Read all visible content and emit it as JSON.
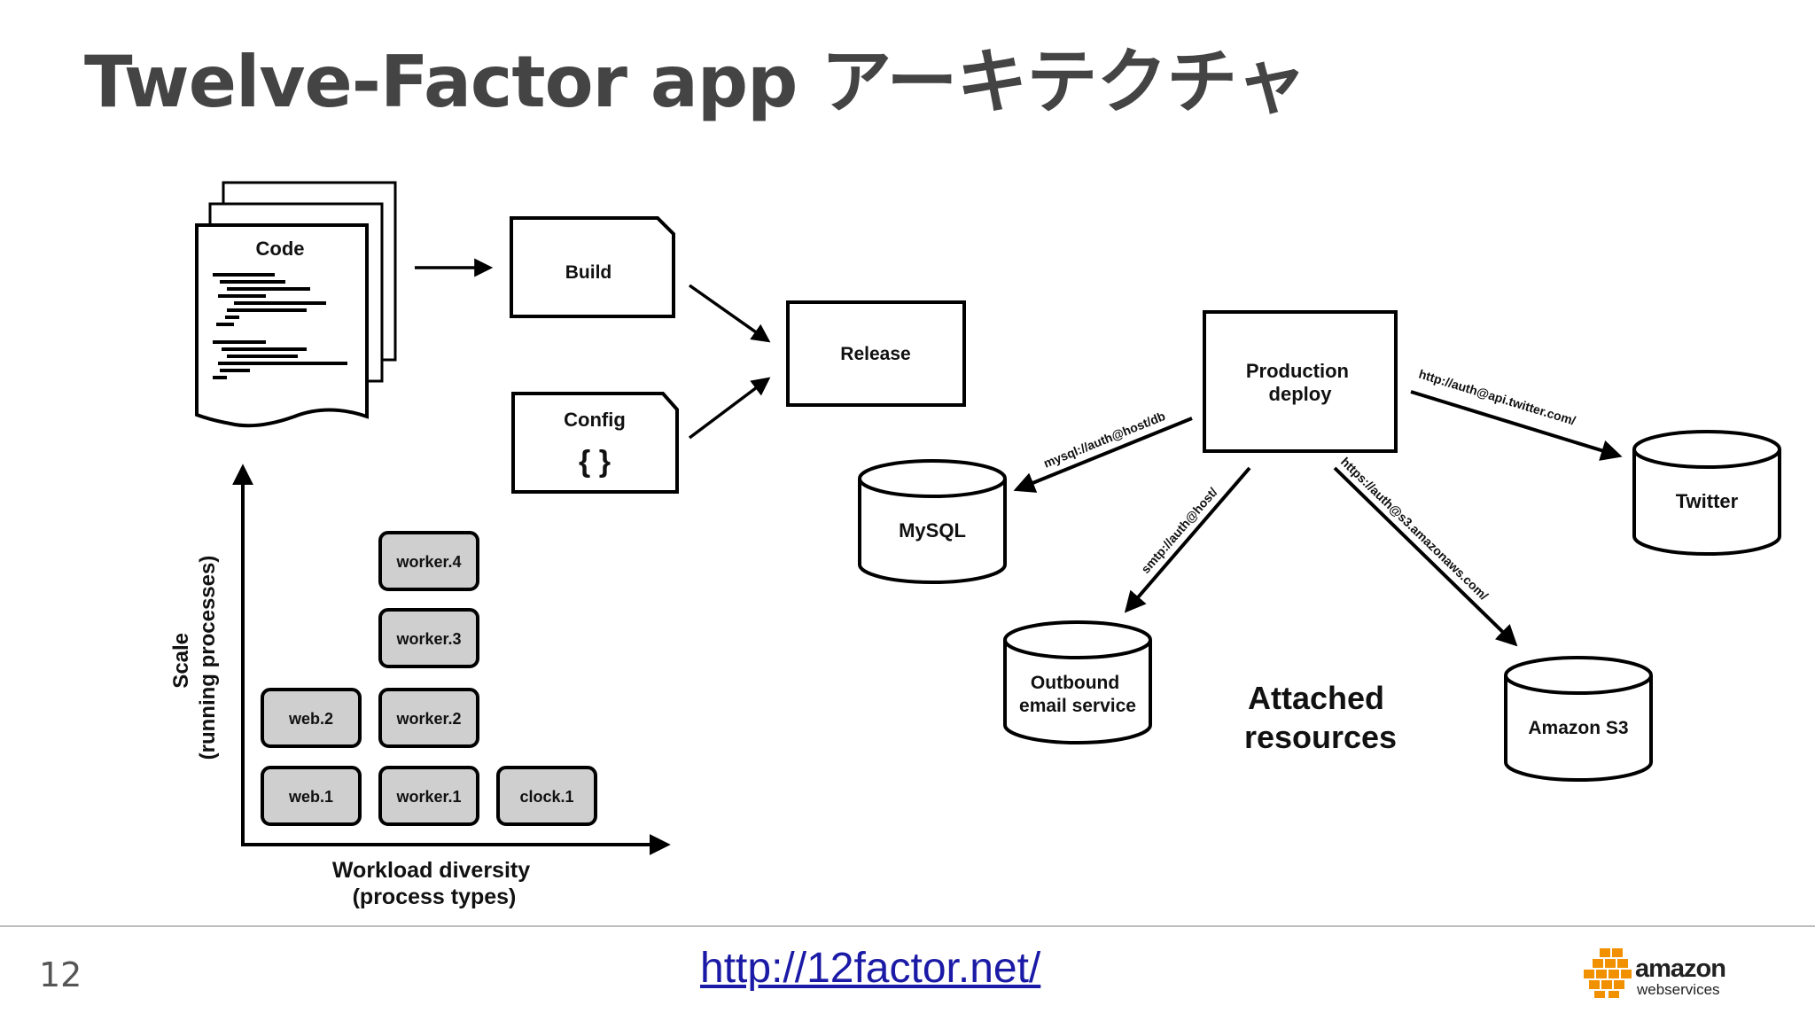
{
  "slide": {
    "title": "Twelve-Factor app アーキテクチャ",
    "page_number": "12",
    "link": "http://12factor.net/"
  },
  "pipeline": {
    "code": "Code",
    "build": "Build",
    "config": "Config",
    "config_symbol": "{ }",
    "release": "Release"
  },
  "scale": {
    "y_label_line1": "Scale",
    "y_label_line2": "(running processes)",
    "x_label_line1": "Workload diversity",
    "x_label_line2": "(process types)",
    "processes": {
      "web1": "web.1",
      "web2": "web.2",
      "worker1": "worker.1",
      "worker2": "worker.2",
      "worker3": "worker.3",
      "worker4": "worker.4",
      "clock1": "clock.1"
    }
  },
  "resources": {
    "production_line1": "Production",
    "production_line2": "deploy",
    "mysql": "MySQL",
    "mysql_url": "mysql://auth@host/db",
    "smtp_url": "smtp://auth@host/",
    "s3_url": "https://auth@s3.amazonaws.com/",
    "twitter_url": "http://auth@api.twitter.com/",
    "twitter": "Twitter",
    "email_line1": "Outbound",
    "email_line2": "email service",
    "s3": "Amazon S3",
    "attached_line1": "Attached",
    "attached_line2": "resources"
  },
  "logo": {
    "wordmark": "amazon",
    "tagline": "webservices"
  },
  "colors": {
    "title": "#444444",
    "link": "#1a1aa6",
    "process_fill": "#cfcfcf",
    "logo_orange": "#f29100"
  }
}
